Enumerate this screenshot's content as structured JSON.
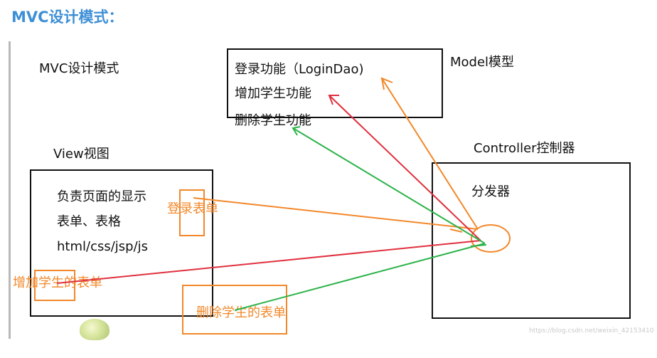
{
  "heading": "MVC设计模式：",
  "diagram": {
    "title": "MVC设计模式",
    "model": {
      "label": "Model模型",
      "items": [
        "登录功能（LoginDao)",
        "增加学生功能",
        "删除学生功能"
      ]
    },
    "view": {
      "label": "View视图",
      "items": [
        "负责页面的显示",
        "表单、表格",
        "html/css/jsp/js"
      ]
    },
    "controller": {
      "label": "Controller控制器",
      "item": "分发器"
    },
    "forms": {
      "login": "登录表单",
      "add": "增加学生的表单",
      "delete": "删除学生的表单"
    },
    "arrow_colors": {
      "login": "#f2882a",
      "add": "#e0303f",
      "delete": "#2db34a"
    }
  },
  "watermark": "https://blog.csdn.net/weixin_42153410"
}
